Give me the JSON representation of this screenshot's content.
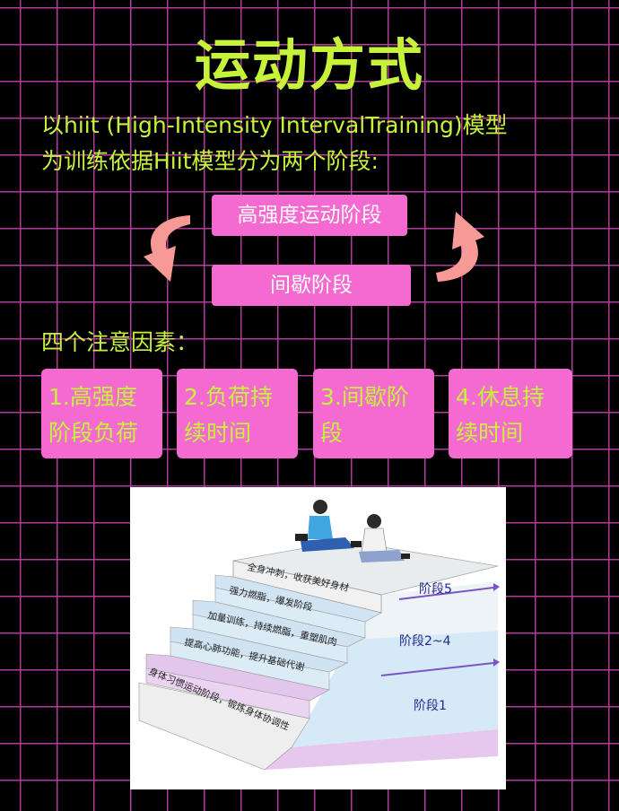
{
  "title": "运动方式",
  "intro": {
    "line1": "以hiit (High-Intensity IntervalTraining)模型",
    "line2": "为训练依据Hiit模型分为两个阶段:"
  },
  "phases": {
    "high": "高强度运动阶段",
    "rest": "间歇阶段"
  },
  "factors": {
    "title": "四个注意因素：",
    "items": [
      {
        "line1": "1.高强度",
        "line2": "阶段负荷"
      },
      {
        "line1": "2.负荷持",
        "line2": "续时间"
      },
      {
        "line1": "3.间歇阶",
        "line2": "段"
      },
      {
        "line1": "4.休息持",
        "line2": "续时间"
      }
    ]
  },
  "illustration": {
    "steps": [
      "全身冲刺，收获美好身材",
      "强力燃脂，爆发阶段",
      "加量训练，持续燃脂，重塑肌肉",
      "提高心肺功能，提升基础代谢",
      "身体习惯运动阶段，锻炼身体协调性"
    ],
    "stages": [
      "阶段5",
      "阶段2~4",
      "阶段1"
    ]
  },
  "colors": {
    "accent_green": "#c6f23a",
    "box_pink": "#f56ad0",
    "grid_magenta": "#b33c9c",
    "arrow_salmon": "#f79a95"
  }
}
